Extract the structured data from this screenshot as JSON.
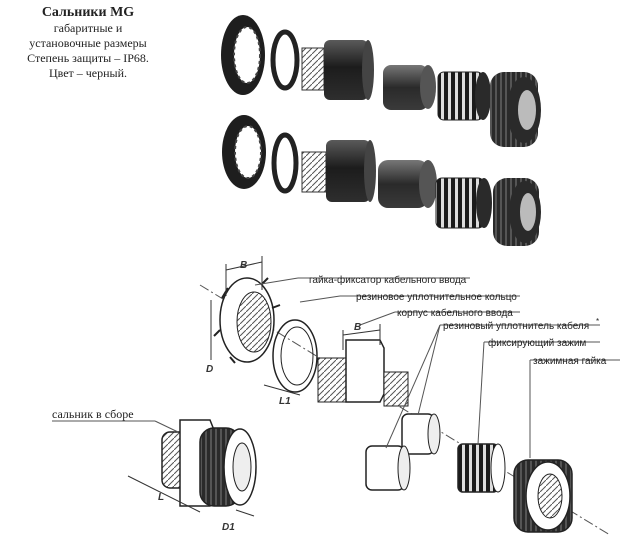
{
  "header": {
    "title": "Сальники MG",
    "line1": "габаритные и",
    "line2": "установочные размеры",
    "line3": "Степень защиты – IP68.",
    "line4": "Цвет – черный."
  },
  "callouts": {
    "locknut": "гайка-фиксатор кабельного ввода",
    "oring": "резиновое уплотнительное кольцо",
    "body": "корпус кабельного ввода",
    "seal": "резиновый уплотнитель кабеля",
    "seal_mark": "*",
    "clamp": "фиксирующий зажим",
    "capnut": "зажимная гайка",
    "assembled": "сальник в сборе"
  },
  "dimensions": {
    "b_nut": "B",
    "d": "D",
    "b_body": "B",
    "l1": "L1",
    "l": "L",
    "d1": "D1"
  },
  "colors": {
    "part_dark": "#1e1e1e",
    "part_mid": "#3a3a3a",
    "part_light": "#6a6a6a",
    "outline": "#333333",
    "leader": "#555555"
  }
}
